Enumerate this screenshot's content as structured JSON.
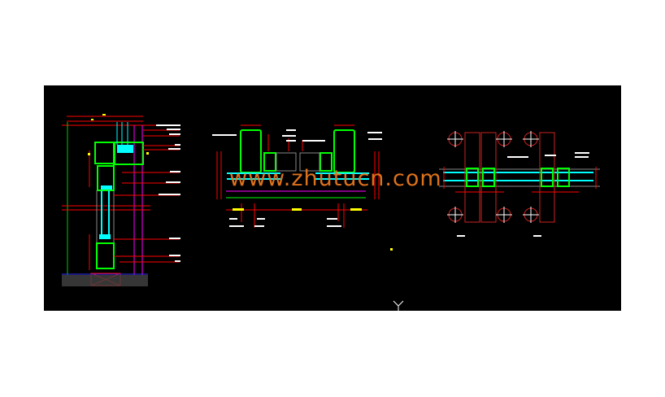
{
  "watermark": "www.zhutucn.com",
  "colors": {
    "background": "#000000",
    "dimension": "#ff0000",
    "profile": "#00ff00",
    "glass": "#00ffff",
    "axis": "#ff00ff",
    "text": "#ffffff",
    "marker": "#ffff00",
    "watermark": "#e8781e"
  },
  "views": [
    "vertical-section",
    "horizontal-section-left",
    "horizontal-section-right"
  ]
}
